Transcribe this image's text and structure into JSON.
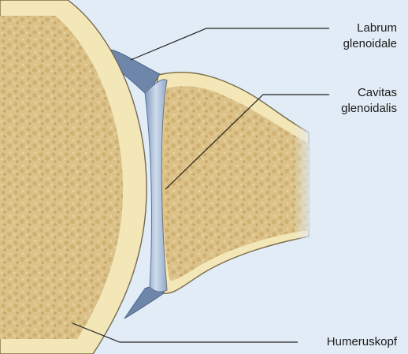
{
  "labels": {
    "labrum": {
      "line1": "Labrum",
      "line2": "glenoidale"
    },
    "cavitas": {
      "line1": "Cavitas",
      "line2": "glenoidalis"
    },
    "humerus": {
      "line1": "Humeruskopf"
    }
  },
  "colors": {
    "background": "#e2ecf6",
    "bone_cortex": "#f3e6b7",
    "bone_spongy": "#ddc48a",
    "bone_outline": "#7a6a40",
    "cartilage": "#93aac8",
    "cartilage_light": "#c9d8ea",
    "labrum": "#6f86ab",
    "leader_line": "#222222"
  }
}
